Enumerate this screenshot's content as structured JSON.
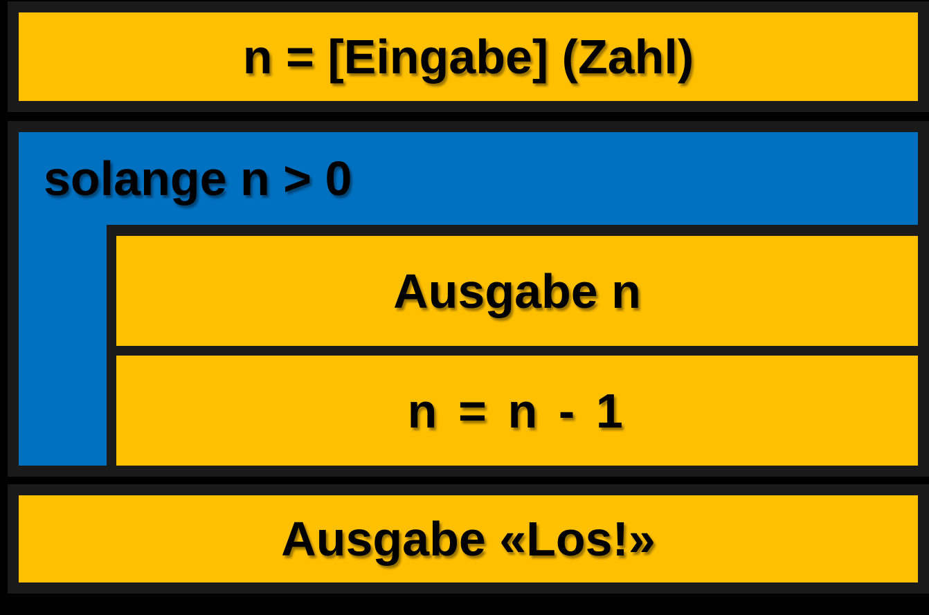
{
  "diagram": {
    "kind": "nassi-shneiderman-structogram",
    "language": "de",
    "colors": {
      "statement_fill": "#FFC000",
      "loop_fill": "#0070C0",
      "border": "#1A1A1A",
      "background": "#000000",
      "text": "#000000"
    },
    "blocks": {
      "input": {
        "label": "n = [Eingabe] (Zahl)"
      },
      "loop": {
        "condition": "solange n > 0",
        "body": [
          {
            "label": "Ausgabe n"
          },
          {
            "label": "n = n - 1"
          }
        ]
      },
      "output": {
        "label": "Ausgabe «Los!»"
      }
    }
  }
}
